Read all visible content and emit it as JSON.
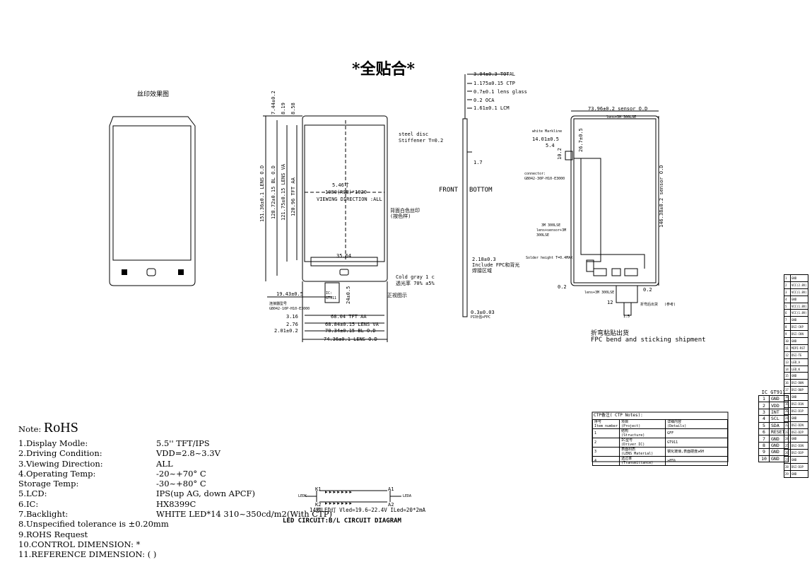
{
  "title": "*全贴合*",
  "silk_title": "丝印效果图",
  "center": {
    "size": "5.46寸",
    "res": "1080(RGB)*1920",
    "view": "VIEWING DIRECTION :ALL"
  },
  "vdims": [
    "151.36±0.1 LENS O.D",
    "128.72±0.15 BL O.D",
    "121.75±0.15 LENS VA",
    "120.96 TFT AA",
    "7.44±0.2",
    "8.19",
    "8.58"
  ],
  "hdims": [
    "19.43±0.5",
    "3.16",
    "68.04 TFT AA",
    "2.76",
    "68.84±0.15 LENS VA",
    "2.01±0.2",
    "70.34±0.15 BL O.D",
    "74.36±0.1 LENS O.D"
  ],
  "front_labels": {
    "steel": "steel disc",
    "stiff": "Stiffener T=0.2",
    "back_print": "背面白色丝印",
    "back_print2": "(按色样)",
    "cold_gray": "Cold gray 1 c",
    "trans": "透光率 70% ±5%",
    "fpc_print": "正视图示",
    "center_dim": "35.64",
    "ic": "IC:",
    "ic_val": "GT911",
    "conn": "连接器型号",
    "conn_val": "GB042-10P-H10-E3000",
    "dim24": "24±0.5"
  },
  "side": {
    "total": "3.04±0.3 TOTAL",
    "ctp": "1.175±0.15 CTP",
    "lens": "0.7±0.1 lens glass",
    "oca": "0.2 OCA",
    "lcm": "1.61±0.1 LCM",
    "d17": "1.7",
    "front": "FRONT",
    "bottom": "BOTTOM",
    "fpc_t": "2.18±0.3",
    "fpc_inc": "Include FPC和背光",
    "fpc_area": "焊接区域",
    "fpc_th": "0.3±0.03",
    "fpc_note": "PI补强+FPC"
  },
  "back": {
    "sensor_w": "73.96±0.2 sensor O.D",
    "lens3m": "lens+3M 300LSE",
    "markline": "white Markline",
    "d1401": "14.01±0.5",
    "d54": "5.4",
    "d267": "26.7±0.5",
    "d102": "10.2",
    "connector": "connector:",
    "conn_part": "GB042-30P-H10-E3000",
    "sensor_h": "146.38±0.2 sensor O.D",
    "m3a": "3M 300LSE",
    "m3b": "lens+sensor+3M",
    "m3c": "300LSE",
    "solder": "Solder height T=0.4MAX",
    "d02a": "0.2",
    "d02b": "0.2",
    "lens3m_b": "lens+3M 300LSE",
    "d12": "12",
    "d1_5": "1.5",
    "bend_note": "折弯后出货",
    "bend_note2": "(参考)",
    "ship_cn": "折弯粘贴出货",
    "ship_en": "FPC bend and sticking shipment"
  },
  "notes": {
    "head": "Note:",
    "rohs": "RoHS",
    "rows": [
      {
        "l": "1.Display Modle:",
        "v": "5.5''   TFT/IPS"
      },
      {
        "l": "2.Driving Condition:",
        "v": "VDD=2.8~3.3V"
      },
      {
        "l": "3.Viewing Direction:",
        "v": "ALL"
      },
      {
        "l": "4.Operating Temp:",
        "v": "-20~+70° C"
      },
      {
        "l": "  Storage Temp:",
        "v": "-30~+80° C"
      },
      {
        "l": "5.LCD:",
        "v": "IPS(up AG, down APCF)"
      },
      {
        "l": "6.IC:",
        "v": "HX8399C"
      },
      {
        "l": "7.Backlight:",
        "v": "    WHITE LED*14 310~350cd/m2(With CTP)"
      },
      {
        "l": "8.Unspecified tolerance is ±0.20mm",
        "v": ""
      },
      {
        "l": "9.ROHS Request",
        "v": ""
      },
      {
        "l": "10.CONTROL DIMENSION:  *",
        "v": ""
      },
      {
        "l": "11.REFERENCE DIMENSION: ( )",
        "v": ""
      }
    ]
  },
  "led": {
    "k1": "K1",
    "a1": "A1",
    "k2": "K2",
    "a2": "A2",
    "ledk": "LEDK",
    "leda": "LEDA",
    "spec": "14颗LED灯 Vled=19.6~22.4V ILed=20*2mA",
    "title": "LED CIRCUIT:B/L   CIRCUIT DIAGRAM"
  },
  "ctp": {
    "title": "CTP备注( CTP Notes):",
    "header": [
      "序号\nItem number",
      "项目\n(Project)",
      "详细内容\n(Details)"
    ],
    "rows": [
      [
        "1",
        "结构\n(Structure)",
        "GFF"
      ],
      [
        "2",
        "IC型号\n(Driver IC)",
        "GT911"
      ],
      [
        "3",
        "表面材质\n(LENS Material)",
        "钢化玻璃,表面硬度≥6H"
      ],
      [
        "4",
        "透过率\n(Transmittance)",
        "≥85%"
      ]
    ]
  },
  "ic_table": {
    "title": "IC GT911",
    "rows": [
      [
        "1",
        "GND"
      ],
      [
        "2",
        "VDD"
      ],
      [
        "3",
        "INT"
      ],
      [
        "4",
        "SCL"
      ],
      [
        "5",
        "SDA"
      ],
      [
        "6",
        "RESET"
      ],
      [
        "7",
        "GND"
      ],
      [
        "8",
        "GND"
      ],
      [
        "9",
        "GND"
      ],
      [
        "10",
        "GND"
      ]
    ]
  },
  "pin_table": {
    "rows": [
      [
        "1",
        "GND"
      ],
      [
        "2",
        "VCC(2.8V)"
      ],
      [
        "3",
        "VCC(1.8V)"
      ],
      [
        "4",
        "GND"
      ],
      [
        "5",
        "VCC(1.8V)"
      ],
      [
        "6",
        "VCC(1.8V)"
      ],
      [
        "7",
        "GND"
      ],
      [
        "8",
        "DSI-CKP"
      ],
      [
        "9",
        "DSI-CKN"
      ],
      [
        "10",
        "GND"
      ],
      [
        "11",
        "MIPI-RST"
      ],
      [
        "12",
        "DSI-TE"
      ],
      [
        "13",
        "LED_A"
      ],
      [
        "14",
        "LED_K"
      ],
      [
        "15",
        "GND"
      ],
      [
        "16",
        "DSI-D0N"
      ],
      [
        "17",
        "DSI-D0P"
      ],
      [
        "18",
        "GND"
      ],
      [
        "19",
        "DSI-D1N"
      ],
      [
        "20",
        "DSI-D1P"
      ],
      [
        "21",
        "GND"
      ],
      [
        "22",
        "DSI-D2N"
      ],
      [
        "23",
        "DSI-D2P"
      ],
      [
        "24",
        "GND"
      ],
      [
        "25",
        "DSI-D3N"
      ],
      [
        "26",
        "DSI-D3P"
      ],
      [
        "27",
        "GND"
      ],
      [
        "28",
        "DSI-D3P"
      ],
      [
        "29",
        "GND"
      ]
    ]
  }
}
